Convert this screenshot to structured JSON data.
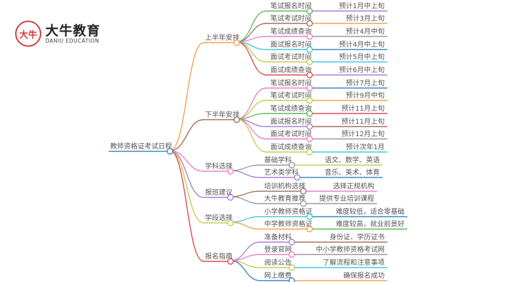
{
  "logo": {
    "mark": "大牛",
    "name": "大牛教育",
    "subtitle": "DANIU EDUCATION"
  },
  "root": {
    "label": "教师资格证考试日程",
    "color": "#3a86c8"
  },
  "branches": [
    {
      "label": "上半年安排",
      "color": "#f7a04b",
      "leaves": [
        {
          "label": "笔试报名时间",
          "value": "预计1月中上旬",
          "color": "#5cb85c",
          "vcolor": "#a87fd6"
        },
        {
          "label": "笔试考试时间",
          "value": "预计3月上旬",
          "color": "#a07060",
          "vcolor": "#f7a04b"
        },
        {
          "label": "笔试成绩查询",
          "value": "预计4月中旬",
          "color": "#e97fc8",
          "vcolor": "#999999"
        },
        {
          "label": "面试报名时间",
          "value": "预计4月中上旬",
          "color": "#3fc8e0",
          "vcolor": "#3a86c8"
        },
        {
          "label": "面试考试时间",
          "value": "预计5月中上旬",
          "color": "#c8c850",
          "vcolor": "#3fc8e0"
        },
        {
          "label": "面试成绩查询",
          "value": "预计6月中上旬",
          "color": "#e04848",
          "vcolor": "#a87fd6"
        }
      ]
    },
    {
      "label": "下半年安排",
      "color": "#a07060",
      "leaves": [
        {
          "label": "笔试报名时间",
          "value": "预计7月上旬",
          "color": "#e97fc8",
          "vcolor": "#3a86c8"
        },
        {
          "label": "笔试考试时间",
          "value": "预计9月中旬",
          "color": "#c8c850",
          "vcolor": "#f7a04b"
        },
        {
          "label": "笔试成绩查询",
          "value": "预计11月上旬",
          "color": "#5cb85c",
          "vcolor": "#e04848"
        },
        {
          "label": "面试报名时间",
          "value": "预计11月上旬",
          "color": "#a87fd6",
          "vcolor": "#a07060"
        },
        {
          "label": "面试考试时间",
          "value": "预计12月上旬",
          "color": "#e97fc8",
          "vcolor": "#999999"
        },
        {
          "label": "面试成绩查询",
          "value": "预计次年1月",
          "color": "#c8c850",
          "vcolor": "#3fc8e0"
        }
      ]
    },
    {
      "label": "学科选择",
      "color": "#e97fc8",
      "leaves": [
        {
          "label": "基础学科",
          "value": "语文、数学、英语",
          "color": "#999999",
          "vcolor": "#c8c850"
        },
        {
          "label": "艺术类学科",
          "value": "音乐、美术、体育",
          "color": "#a87fd6",
          "vcolor": "#3a86c8"
        }
      ]
    },
    {
      "label": "报班建议",
      "color": "#a87fd6",
      "leaves": [
        {
          "label": "培训机构选择",
          "value": "选择正规机构",
          "color": "#a07060",
          "vcolor": "#e97fc8"
        },
        {
          "label": "大牛教育推荐",
          "value": "提供专业培训课程",
          "color": "#999999",
          "vcolor": "#999999"
        }
      ]
    },
    {
      "label": "学段选择",
      "color": "#c8c850",
      "leaves": [
        {
          "label": "小学教师资格证",
          "value": "难度较低，适合零基础",
          "color": "#3fc8e0",
          "vcolor": "#3a86c8"
        },
        {
          "label": "中学教师资格证",
          "value": "难度较高，就业前景好",
          "color": "#f7a04b",
          "vcolor": "#5cb85c"
        }
      ]
    },
    {
      "label": "报名指南",
      "color": "#e04848",
      "leaves": [
        {
          "label": "准备材料",
          "value": "身份证、学历证书",
          "color": "#a87fd6",
          "vcolor": "#a07060"
        },
        {
          "label": "登录官网",
          "value": "中小学教师资格考试网",
          "color": "#e97fc8",
          "vcolor": "#999999"
        },
        {
          "label": "阅读公告",
          "value": "了解流程和注意事项",
          "color": "#c8c850",
          "vcolor": "#3fc8e0"
        },
        {
          "label": "网上缴费",
          "value": "确保报名成功",
          "color": "#3a86c8",
          "vcolor": "#f7a04b"
        }
      ]
    }
  ]
}
